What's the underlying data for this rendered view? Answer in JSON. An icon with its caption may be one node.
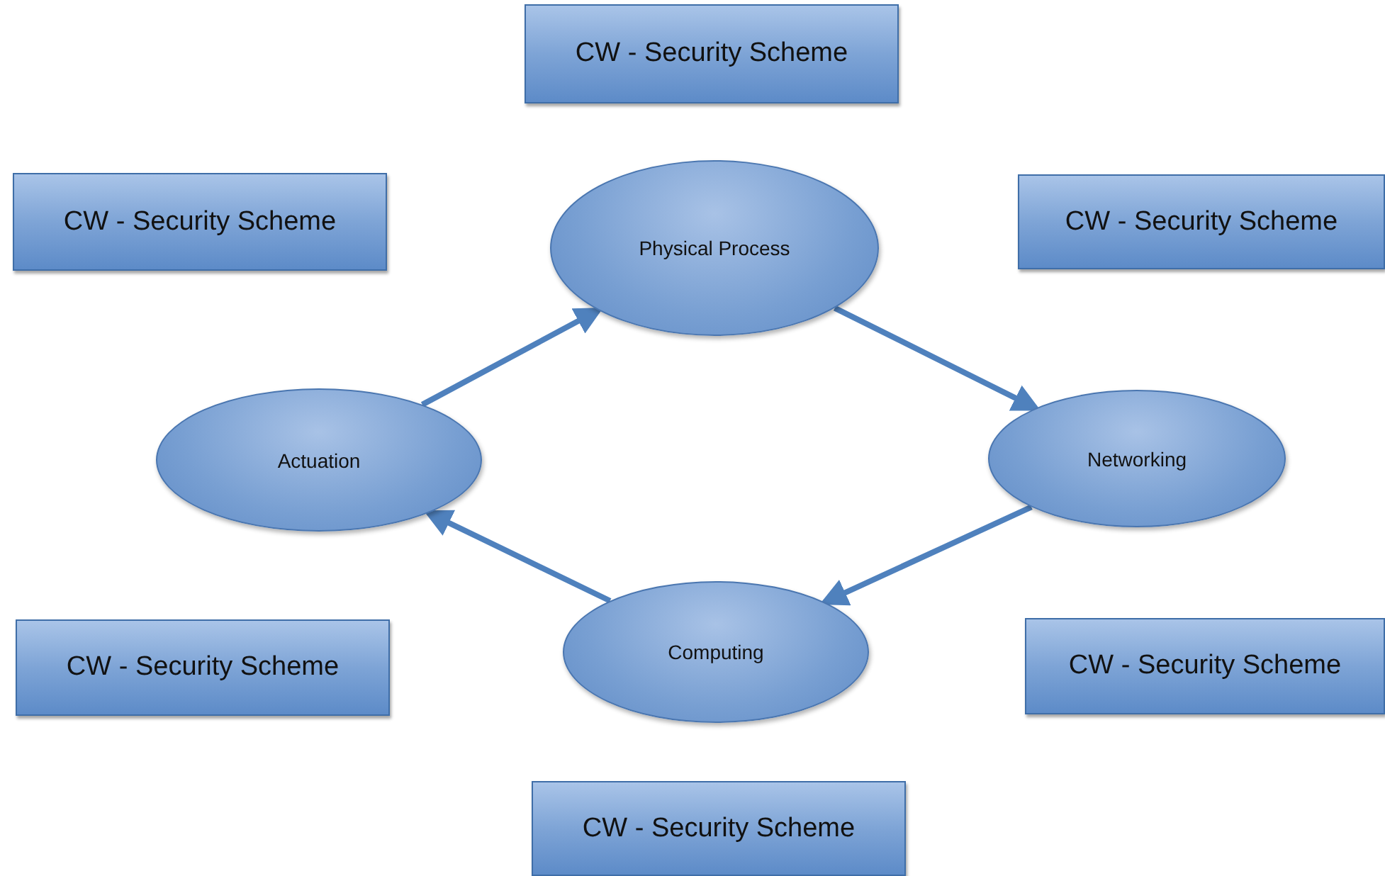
{
  "diagram": {
    "nodes": [
      {
        "text": [
          "CW - Security Scheme"
        ]
      },
      {
        "text": [
          "CW - Security Scheme"
        ]
      },
      {
        "text": [
          "Physical Process"
        ]
      },
      {
        "text": [
          "CW - Security Scheme"
        ]
      },
      {
        "text": [
          "Actuation"
        ]
      },
      {
        "text": [
          "Networking"
        ]
      },
      {
        "text": [
          "CW - Security Scheme"
        ]
      },
      {
        "text": [
          "Computing"
        ]
      },
      {
        "text": [
          "CW - Security Scheme"
        ]
      },
      {
        "text": [
          "CW - Security Scheme"
        ]
      }
    ],
    "edges": [
      {
        "from": 4,
        "to": 2,
        "arrow": "to"
      },
      {
        "from": 2,
        "to": 5,
        "arrow": "to"
      },
      {
        "from": 5,
        "to": 7,
        "arrow": "to"
      },
      {
        "from": 7,
        "to": 4,
        "arrow": "to"
      }
    ]
  }
}
